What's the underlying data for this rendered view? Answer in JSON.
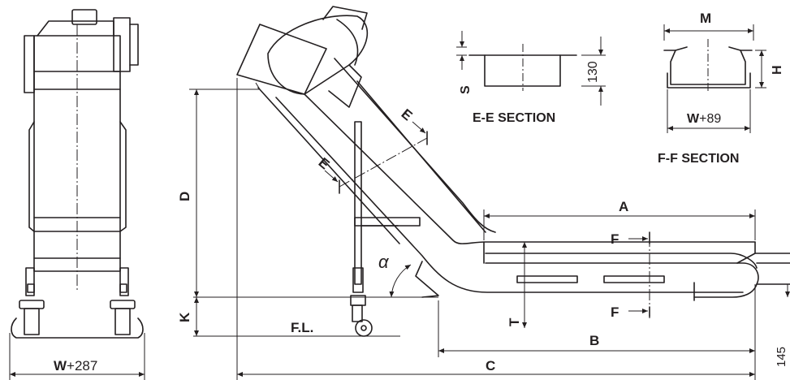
{
  "dimensions": {
    "width_front": {
      "prefix": "W",
      "suffix": "+287"
    },
    "width_section": {
      "prefix": "W",
      "suffix": "+89"
    },
    "A": "A",
    "B": "B",
    "C": "C",
    "D": "D",
    "K": "K",
    "T": "T",
    "M": "M",
    "H": "H",
    "S": "S",
    "height_130": "130",
    "height_145": "145",
    "angle": "α"
  },
  "section_labels": {
    "ee": "E-E SECTION",
    "ff": "F-F SECTION",
    "e_marker": "E",
    "f_marker": "F"
  },
  "floor_label": "F.L."
}
